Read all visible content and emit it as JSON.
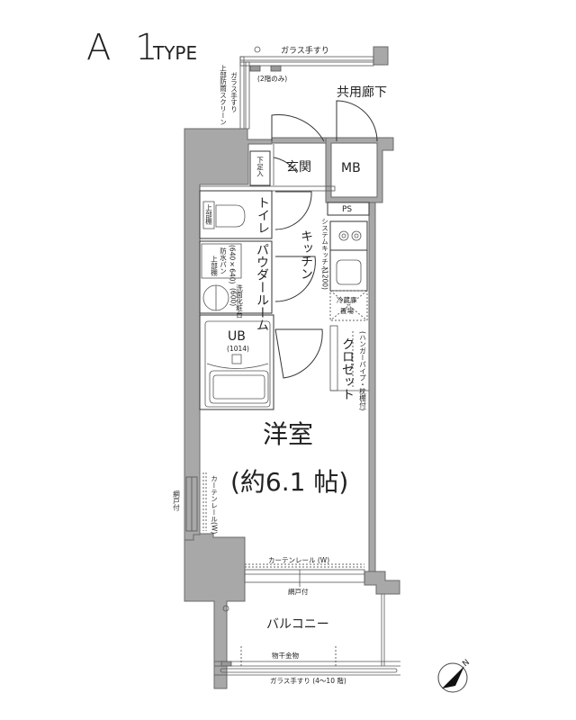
{
  "title": {
    "letter": "A",
    "number": "1",
    "suffix": "TYPE"
  },
  "rooms": {
    "hall_corridor": "共用廊下",
    "entrance": "玄関",
    "mb": "MB",
    "ps": "PS",
    "toilet": "トイレ",
    "powder_room": "パウダールーム",
    "kitchen": "キッチン",
    "ub": "UB",
    "ub_size": "(1014)",
    "closet": "クロゼット",
    "western_room": "洋室",
    "western_room_size": "(約6.1 帖)",
    "balcony": "バルコニー"
  },
  "labels": {
    "glass_handrail_top": "ガラス手すり",
    "second_floor_only": "(2階のみ)",
    "glass_handrail_left": "ガラス手すり",
    "upper_rain_screen": "上部防雨スクリーン",
    "shoe_box": "下足入",
    "upper_shelf_toilet": "上部棚",
    "waterproof_pan": "防水パン",
    "waterproof_pan_size": "(640×640)",
    "upper_shelf_pan": "上部棚",
    "vanity": "洗面化粧台",
    "vanity_size": "(600)",
    "system_kitchen": "システムキッチン",
    "system_kitchen_size": "(1200)",
    "fridge_space_1": "冷蔵庫",
    "fridge_space_2": "置場",
    "hanger_pipe": "(ハンガーパイプ・枕棚付)",
    "curtain_rail_side": "カーテンレール",
    "curtain_rail_side_w": "(W)",
    "screen_door_side": "網戸付",
    "curtain_rail_bottom": "カーテンレール (W)",
    "screen_door_bottom": "網戸付",
    "drying_hardware": "物干金物",
    "glass_handrail_bottom": "ガラス手すり (4〜10 階)"
  },
  "compass": {
    "north_label": "N"
  },
  "colors": {
    "wall": "#a8a8a8",
    "line": "#333333",
    "background": "#ffffff"
  }
}
